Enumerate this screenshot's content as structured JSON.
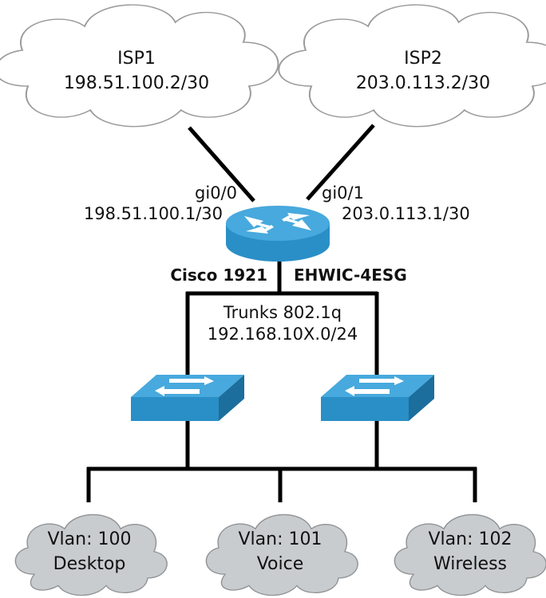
{
  "colors": {
    "cloud_top_fill": "#ffffff",
    "cloud_top_stroke": "#9a9a9a",
    "cloud_bottom_fill": "#c9ccce",
    "cloud_bottom_stroke": "#8f9295",
    "device_blue": "#2a8fc7",
    "device_blue_dark": "#1c6e9c",
    "device_blue_light": "#47a9dd",
    "link": "#000000"
  },
  "isp1": {
    "name": "ISP1",
    "ip": "198.51.100.2/30"
  },
  "isp2": {
    "name": "ISP2",
    "ip": "203.0.113.2/30"
  },
  "router": {
    "icon": "router-icon",
    "if_left": "gi0/0",
    "ip_left": "198.51.100.1/30",
    "if_right": "gi0/1",
    "ip_right": "203.0.113.1/30",
    "model": "Cisco 1921",
    "module": "EHWIC-4ESG"
  },
  "trunk": {
    "line1": "Trunks 802.1q",
    "line2": "192.168.10X.0/24"
  },
  "switches": [
    {
      "icon": "switch-icon"
    },
    {
      "icon": "switch-icon"
    }
  ],
  "vlans": [
    {
      "line1": "Vlan: 100",
      "line2": "Desktop"
    },
    {
      "line1": "Vlan: 101",
      "line2": "Voice"
    },
    {
      "line1": "Vlan: 102",
      "line2": "Wireless"
    }
  ]
}
